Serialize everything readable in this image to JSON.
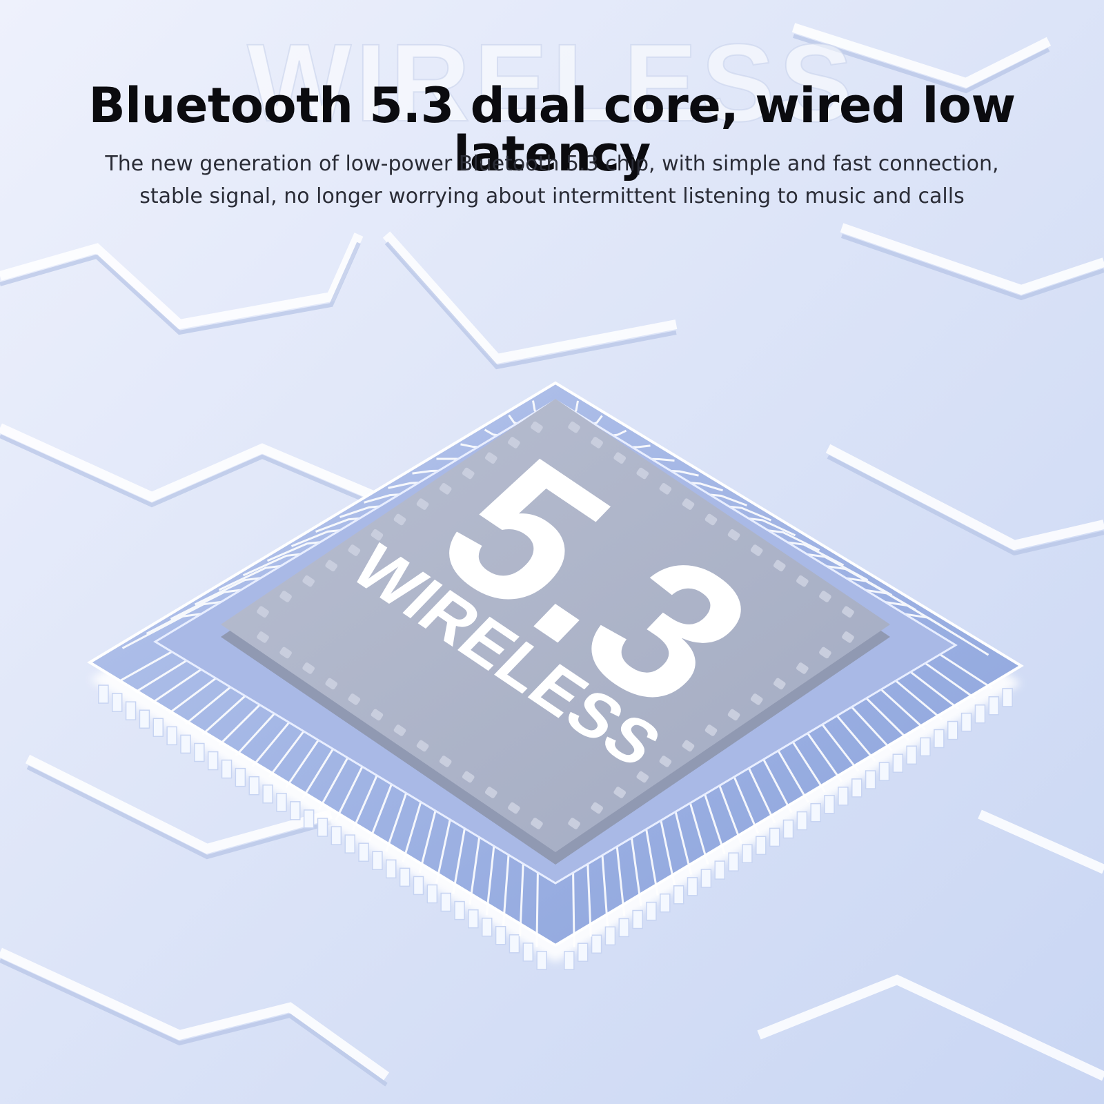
{
  "watermark": "WIRELESS",
  "headline": "Bluetooth 5.3 dual core, wired low latency",
  "subtitle": {
    "line1": "The new generation of low-power Bluetooth 5.3 chip, with simple and fast connection,",
    "line2": "stable signal, no longer worrying about intermittent listening to music and calls"
  },
  "chip": {
    "version": "5.3",
    "label": "WIRELESS"
  },
  "colors": {
    "background": "#dde5f8",
    "chip_top": "#a8b0c6",
    "chip_base": "#8ea6de",
    "headline": "#0b0b0f"
  }
}
